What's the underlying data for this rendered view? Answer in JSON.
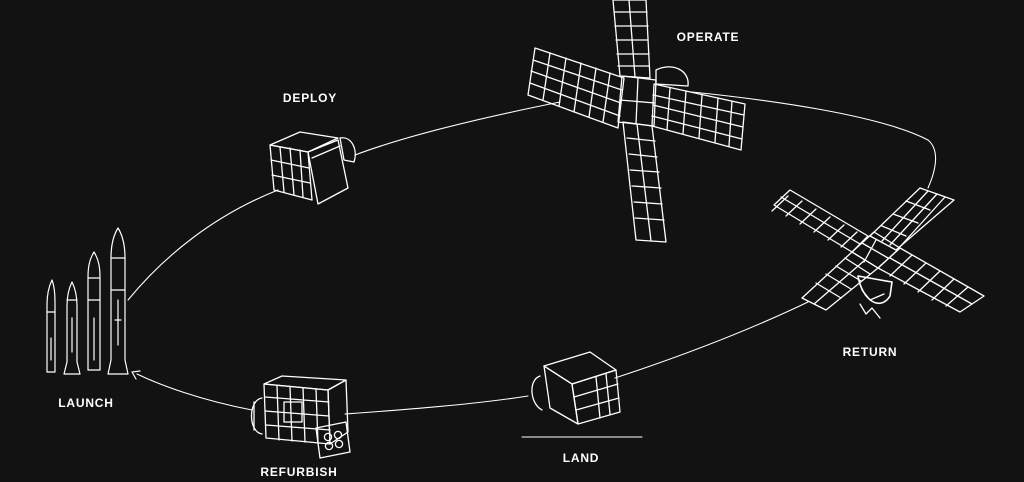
{
  "theme": {
    "background": "#121212",
    "line": "#ffffff"
  },
  "stages": {
    "operate": "OPERATE",
    "deploy": "DEPLOY",
    "return": "RETURN",
    "launch": "LAUNCH",
    "land": "LAND",
    "refurbish": "REFURBISH"
  },
  "icons": {
    "operate": "satellite-full-array-icon",
    "deploy": "satellite-folded-icon",
    "return": "satellite-reentry-icon",
    "launch": "rockets-icon",
    "land": "landed-capsule-icon",
    "refurbish": "refurbish-module-icon"
  }
}
